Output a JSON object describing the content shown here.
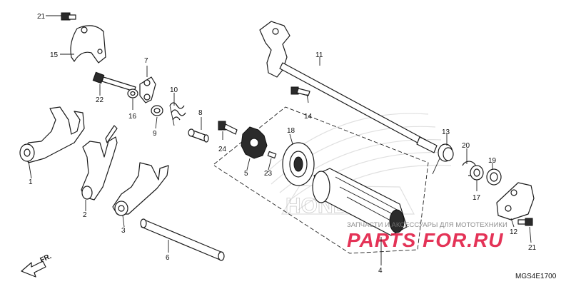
{
  "diagram": {
    "code": "MGS4E1700",
    "direction_label": "FR.",
    "watermark_brand": "HONDA",
    "watermark_top": "ЗАПЧАСТИ И АКСЕССУАРЫ ДЛЯ МОТОТЕХНИКИ",
    "watermark_site": "PARTS FOR.RU",
    "watermark_color": "#e0103a",
    "callouts": [
      {
        "id": "c1",
        "label": "1"
      },
      {
        "id": "c2",
        "label": "2"
      },
      {
        "id": "c3",
        "label": "3"
      },
      {
        "id": "c4",
        "label": "4"
      },
      {
        "id": "c5",
        "label": "5"
      },
      {
        "id": "c6",
        "label": "6"
      },
      {
        "id": "c7",
        "label": "7"
      },
      {
        "id": "c8",
        "label": "8"
      },
      {
        "id": "c9",
        "label": "9"
      },
      {
        "id": "c10",
        "label": "10"
      },
      {
        "id": "c11",
        "label": "11"
      },
      {
        "id": "c12",
        "label": "12"
      },
      {
        "id": "c13",
        "label": "13"
      },
      {
        "id": "c14",
        "label": "14"
      },
      {
        "id": "c15",
        "label": "15"
      },
      {
        "id": "c16",
        "label": "16"
      },
      {
        "id": "c17",
        "label": "17"
      },
      {
        "id": "c18",
        "label": "18"
      },
      {
        "id": "c19",
        "label": "19"
      },
      {
        "id": "c20",
        "label": "20"
      },
      {
        "id": "c21a",
        "label": "21"
      },
      {
        "id": "c21b",
        "label": "21"
      },
      {
        "id": "c22",
        "label": "22"
      },
      {
        "id": "c23",
        "label": "23"
      },
      {
        "id": "c24",
        "label": "24"
      }
    ]
  }
}
